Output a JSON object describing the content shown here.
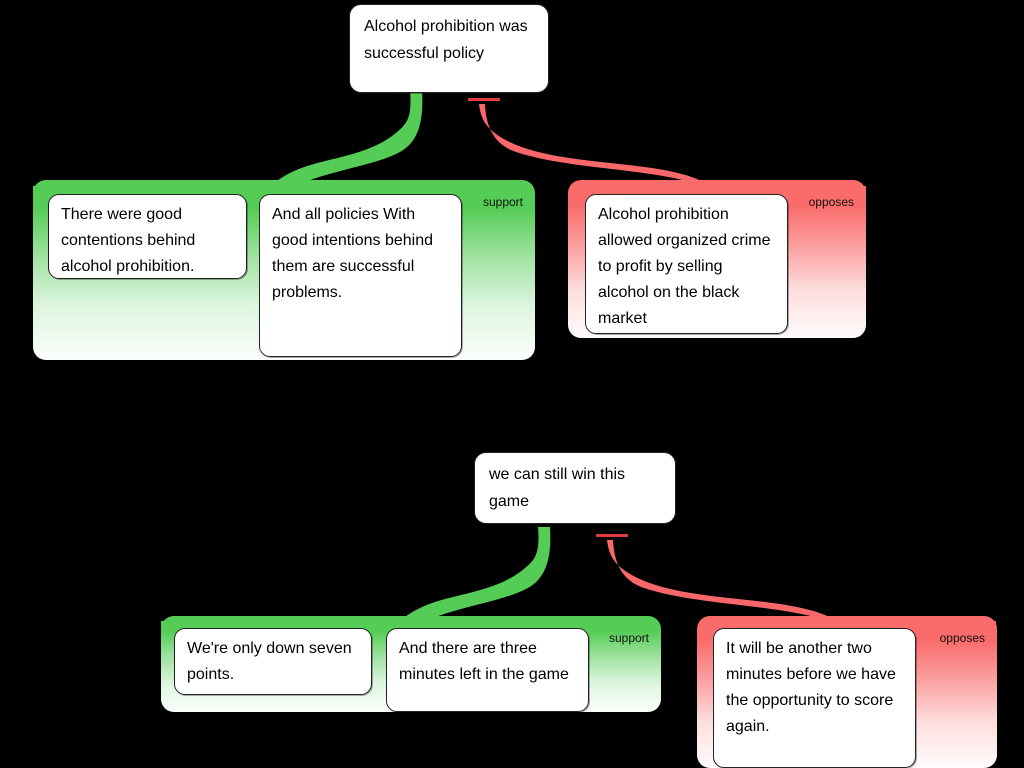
{
  "diagrams": [
    {
      "id": "alcohol-prohibition",
      "root": {
        "text": "Alcohol prohibition was successful policy"
      },
      "branches": [
        {
          "relation": "support",
          "label": "support",
          "color": "#55cc55",
          "connector": "positive",
          "cards": [
            {
              "text": "There were good contentions behind alcohol prohibition."
            },
            {
              "text": "And all policies With good intentions behind them are successful problems."
            }
          ]
        },
        {
          "relation": "opposes",
          "label": "opposes",
          "color": "#fa6b6b",
          "connector": "negative",
          "cards": [
            {
              "text": "Alcohol prohibition allowed organized crime to profit by selling alcohol on the black market"
            }
          ]
        }
      ]
    },
    {
      "id": "win-the-game",
      "root": {
        "text": "we can still win this game"
      },
      "branches": [
        {
          "relation": "support",
          "label": "support",
          "color": "#55cc55",
          "connector": "positive",
          "cards": [
            {
              "text": "We're only down seven points."
            },
            {
              "text": "And there are three minutes left in the game"
            }
          ]
        },
        {
          "relation": "opposes",
          "label": "opposes",
          "color": "#fa6b6b",
          "connector": "negative",
          "cards": [
            {
              "text": "It will be another two minutes before we have the opportunity to score again."
            }
          ]
        }
      ]
    }
  ],
  "colors": {
    "background": "#000000",
    "support": "#55cc55",
    "opposes": "#fa6b6b",
    "minus_dash": "#e23b3b",
    "card_background": "#ffffff",
    "text": "#000000"
  }
}
